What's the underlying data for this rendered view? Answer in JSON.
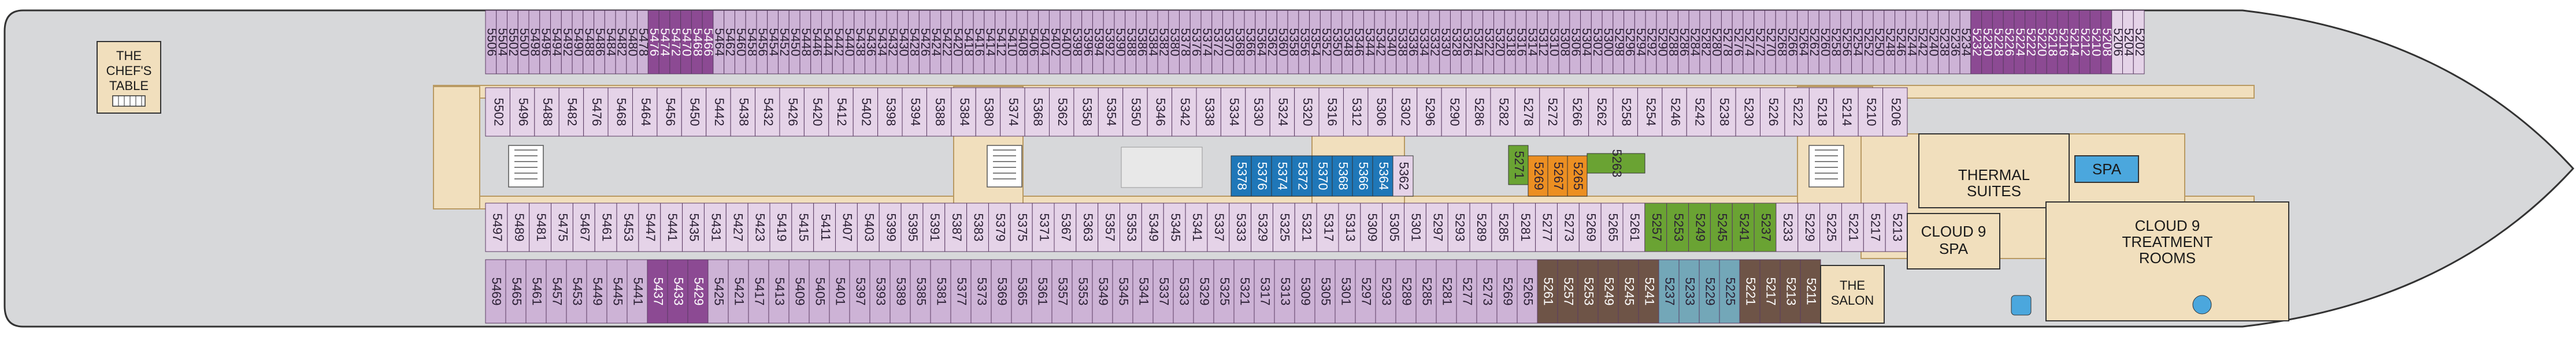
{
  "venues": {
    "chefs_table": [
      "THE",
      "CHEF'S",
      "TABLE"
    ],
    "thermal_suites": [
      "THERMAL",
      "SUITES"
    ],
    "spa": "SPA",
    "cloud9_spa": [
      "CLOUD 9",
      "SPA"
    ],
    "treatment_rooms": [
      "CLOUD 9",
      "TREATMENT",
      "ROOMS"
    ],
    "salon": [
      "THE",
      "SALON"
    ]
  },
  "colors": {
    "hull": "#d7d8da",
    "hull_stroke": "#333333",
    "corridor": "#f1dfbd",
    "corridor_stroke": "#b99a63",
    "cabin_lilac": "#cdb3d6",
    "cabin_purple": "#8c4a93",
    "cabin_light": "#e5d3e8",
    "cabin_blue": "#1f77b8",
    "cabin_green": "#6aa333",
    "cabin_orange": "#ec8f22",
    "cabin_teal": "#73a7b8",
    "cabin_brown": "#6e5447",
    "spa_blue": "#4ba7dd",
    "stair": "#ffffff"
  },
  "cabins": {
    "top_outer": [
      "5506",
      "5504",
      "5502",
      "5500",
      "5498",
      "5496",
      "5494",
      "5492",
      "5490",
      "5488",
      "5486",
      "5484",
      "5482",
      "5480",
      "5478",
      "5476",
      "5474",
      "5472",
      "5470",
      "5468",
      "5466",
      "5464",
      "5462",
      "5460",
      "5458",
      "5456",
      "5454",
      "5452",
      "5450",
      "5448",
      "5446",
      "5444",
      "5442",
      "5440",
      "5438",
      "5436",
      "5434",
      "5432",
      "5430",
      "5428",
      "5426",
      "5424",
      "5422",
      "5420",
      "5418",
      "5416",
      "5414",
      "5412",
      "5410",
      "5408",
      "5406",
      "5404",
      "5402",
      "5400",
      "5398",
      "5396",
      "5394",
      "5392",
      "5390",
      "5388",
      "5386",
      "5384",
      "5382",
      "5380",
      "5378",
      "5376",
      "5374",
      "5372",
      "5370",
      "5368",
      "5366",
      "5364",
      "5362",
      "5360",
      "5358",
      "5356",
      "5354",
      "5352",
      "5350",
      "5348",
      "5346",
      "5344",
      "5342",
      "5340",
      "5338",
      "5336",
      "5334",
      "5332",
      "5330",
      "5328",
      "5326",
      "5324",
      "5322",
      "5320",
      "5318",
      "5316",
      "5314",
      "5312",
      "5310",
      "5308",
      "5306",
      "5304",
      "5302",
      "5300",
      "5298",
      "5296",
      "5294",
      "5292",
      "5290",
      "5288",
      "5286",
      "5284",
      "5282",
      "5280",
      "5278",
      "5276",
      "5274",
      "5272",
      "5270",
      "5268",
      "5266",
      "5264",
      "5262",
      "5260",
      "5258",
      "5256",
      "5254",
      "5252",
      "5250",
      "5248",
      "5246",
      "5244",
      "5242",
      "5240",
      "5238",
      "5236",
      "5234",
      "5232",
      "5230",
      "5228",
      "5226",
      "5224",
      "5222",
      "5220",
      "5218",
      "5216",
      "5214",
      "5212",
      "5210",
      "5208",
      "5206",
      "5204",
      "5202"
    ],
    "top_inner": [
      "5502",
      "5496",
      "5488",
      "5482",
      "5476",
      "5468",
      "5464",
      "5456",
      "5450",
      "5442",
      "5438",
      "5432",
      "5426",
      "5420",
      "5412",
      "5402",
      "5398",
      "5394",
      "5388",
      "5384",
      "5380",
      "5374",
      "5368",
      "5362",
      "5358",
      "5354",
      "5350",
      "5346",
      "5342",
      "5338",
      "5334",
      "5330",
      "5324",
      "5320",
      "5316",
      "5312",
      "5306",
      "5302",
      "5296",
      "5290",
      "5286",
      "5282",
      "5278",
      "5272",
      "5266",
      "5262",
      "5258",
      "5254",
      "5246",
      "5242",
      "5238",
      "5230",
      "5226",
      "5222",
      "5218",
      "5214",
      "5210",
      "5206"
    ],
    "corridor_mid": [
      "5378",
      "5376",
      "5374",
      "5372",
      "5370",
      "5368",
      "5366",
      "5364",
      "5362",
      "5271",
      "5269",
      "5267",
      "5265",
      "5263"
    ],
    "bottom_inner": [
      "5497",
      "5489",
      "5481",
      "5475",
      "5467",
      "5461",
      "5453",
      "5447",
      "5441",
      "5435",
      "5431",
      "5427",
      "5423",
      "5419",
      "5415",
      "5411",
      "5407",
      "5403",
      "5399",
      "5395",
      "5391",
      "5387",
      "5383",
      "5379",
      "5375",
      "5371",
      "5367",
      "5363",
      "5357",
      "5353",
      "5349",
      "5345",
      "5341",
      "5337",
      "5333",
      "5329",
      "5325",
      "5321",
      "5317",
      "5313",
      "5309",
      "5305",
      "5301",
      "5297",
      "5293",
      "5289",
      "5285",
      "5281",
      "5277",
      "5273",
      "5269",
      "5265",
      "5261",
      "5257",
      "5253",
      "5249",
      "5245",
      "5241",
      "5237",
      "5233",
      "5229",
      "5225",
      "5221",
      "5217",
      "5213"
    ],
    "bottom_outer": [
      "5469",
      "5465",
      "5461",
      "5457",
      "5453",
      "5449",
      "5445",
      "5441",
      "5437",
      "5433",
      "5429",
      "5425",
      "5421",
      "5417",
      "5413",
      "5409",
      "5405",
      "5401",
      "5397",
      "5393",
      "5389",
      "5385",
      "5381",
      "5377",
      "5373",
      "5369",
      "5365",
      "5361",
      "5357",
      "5353",
      "5349",
      "5345",
      "5341",
      "5337",
      "5333",
      "5329",
      "5325",
      "5321",
      "5317",
      "5313",
      "5309",
      "5305",
      "5301",
      "5297",
      "5293",
      "5289",
      "5285",
      "5281",
      "5277",
      "5273",
      "5269",
      "5265",
      "5261",
      "5257",
      "5253",
      "5249",
      "5245",
      "5241",
      "5237",
      "5233",
      "5229",
      "5225",
      "5221",
      "5217",
      "5213",
      "5211"
    ]
  }
}
